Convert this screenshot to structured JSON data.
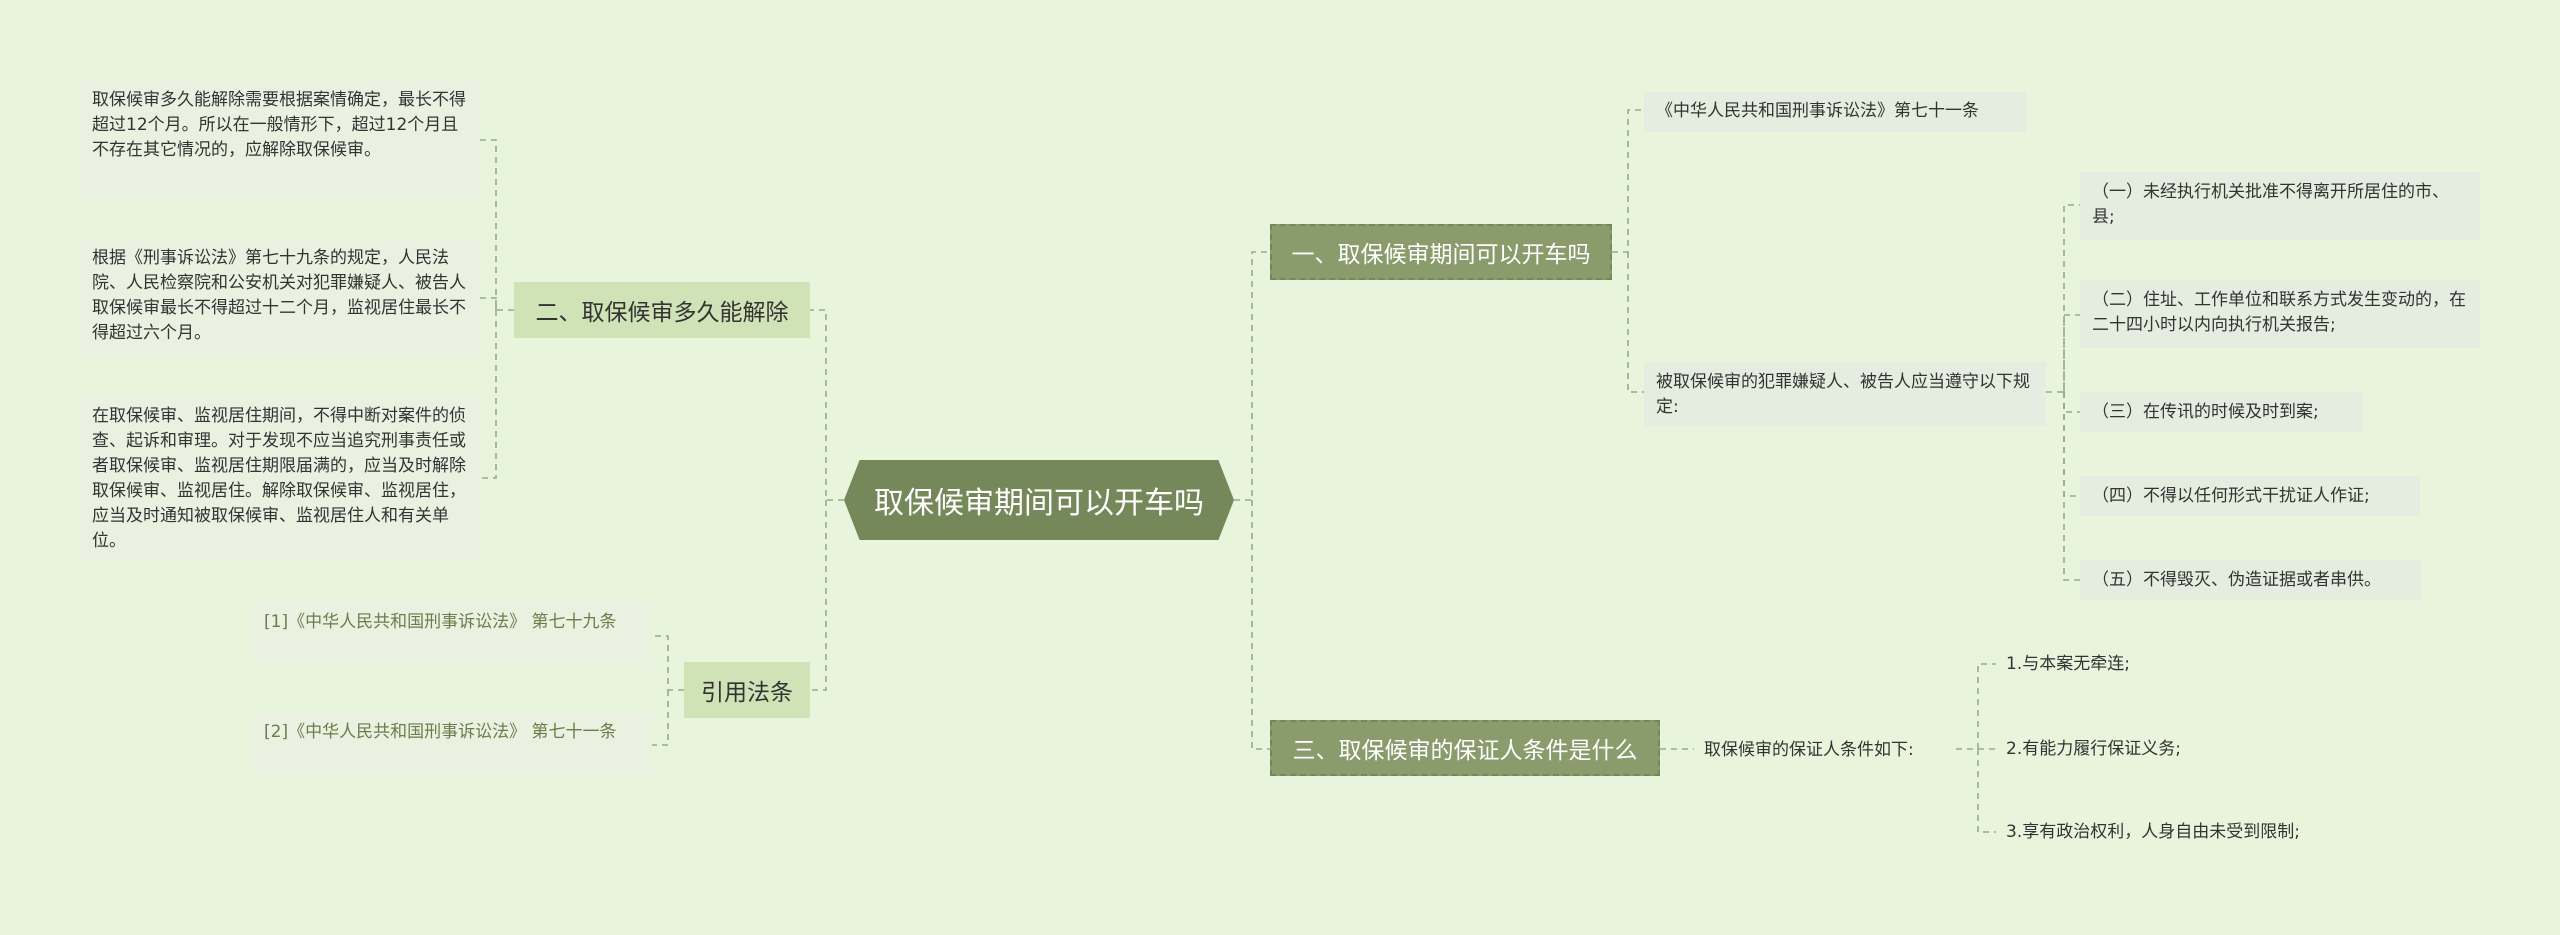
{
  "root": {
    "title": "取保候审期间可以开车吗"
  },
  "right_branches": [
    {
      "label": "一、取保候审期间可以开车吗",
      "children": [
        {
          "text": "《中华人民共和国刑事诉讼法》第七十一条"
        },
        {
          "text": "被取保候审的犯罪嫌疑人、被告人应当遵守以下规定:",
          "children": [
            "（一）未经执行机关批准不得离开所居住的市、县;",
            "（二）住址、工作单位和联系方式发生变动的，在二十四小时以内向执行机关报告;",
            "（三）在传讯的时候及时到案;",
            "（四）不得以任何形式干扰证人作证;",
            "（五）不得毁灭、伪造证据或者串供。"
          ]
        }
      ]
    },
    {
      "label": "三、取保候审的保证人条件是什么",
      "children": [
        {
          "text": "取保候审的保证人条件如下:",
          "children": [
            "1.与本案无牵连;",
            "2.有能力履行保证义务;",
            "3.享有政治权利，人身自由未受到限制;"
          ]
        }
      ]
    }
  ],
  "left_branches": [
    {
      "label": "二、取保候审多久能解除",
      "children": [
        "取保候审多久能解除需要根据案情确定，最长不得超过12个月。所以在一般情形下，超过12个月且不存在其它情况的，应解除取保候审。",
        "根据《刑事诉讼法》第七十九条的规定，人民法院、人民检察院和公安机关对犯罪嫌疑人、被告人取保候审最长不得超过十二个月，监视居住最长不得超过六个月。",
        "在取保候审、监视居住期间，不得中断对案件的侦查、起诉和审理。对于发现不应当追究刑事责任或者取保候审、监视居住期限届满的，应当及时解除取保候审、监视居住。解除取保候审、监视居住，应当及时通知被取保候审、监视居住人和有关单位。"
      ]
    },
    {
      "label": "引用法条",
      "children": [
        "[1]《中华人民共和国刑事诉讼法》 第七十九条",
        "[2]《中华人民共和国刑事诉讼法》 第七十一条"
      ]
    }
  ],
  "colors": {
    "background": "#e8f4dc",
    "root": "#75885a",
    "branch": "#8a9b6c",
    "branch_left": "#cfe3b6",
    "line": "#9aa98a"
  }
}
